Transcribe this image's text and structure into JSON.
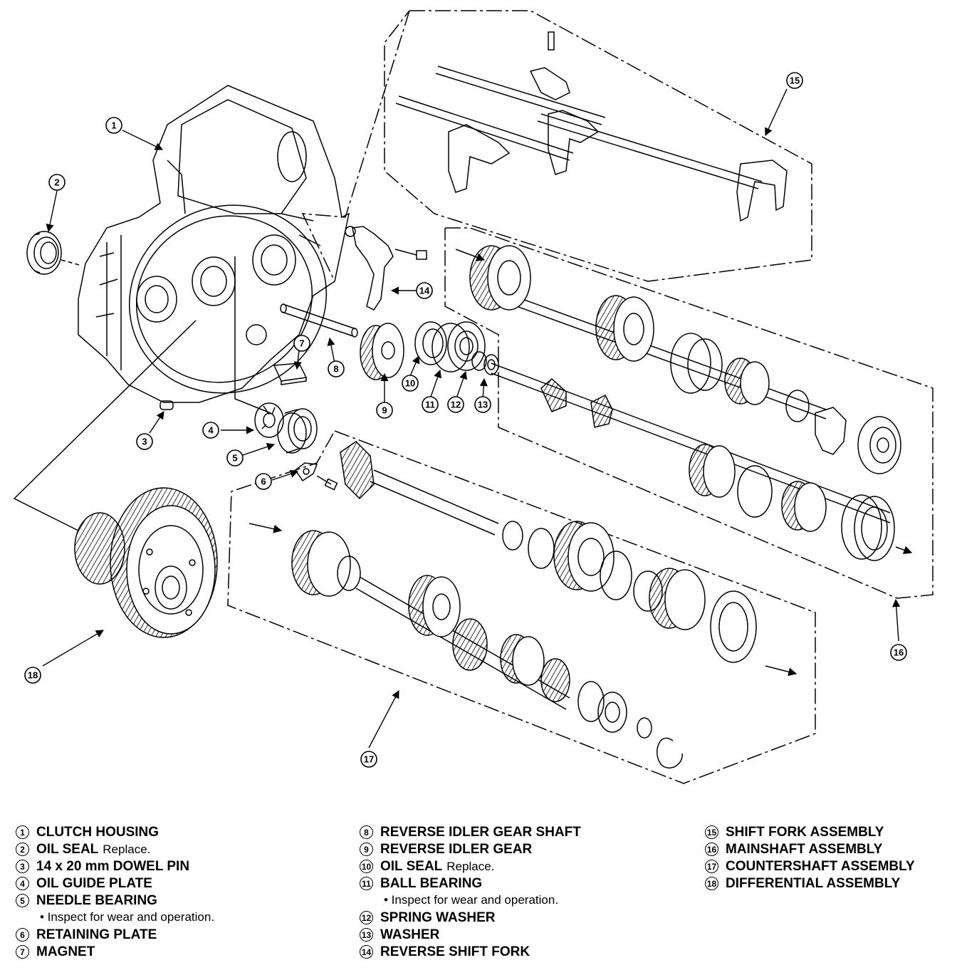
{
  "callouts": [
    {
      "num": "1",
      "label": "CLUTCH HOUSING"
    },
    {
      "num": "2",
      "label": "OIL SEAL",
      "note": "Replace."
    },
    {
      "num": "3",
      "label": "14 x 20 mm DOWEL PIN"
    },
    {
      "num": "4",
      "label": "OIL GUIDE PLATE"
    },
    {
      "num": "5",
      "label": "NEEDLE BEARING",
      "sub": "• Inspect for wear and operation."
    },
    {
      "num": "6",
      "label": "RETAINING PLATE"
    },
    {
      "num": "7",
      "label": "MAGNET"
    },
    {
      "num": "8",
      "label": "REVERSE IDLER GEAR SHAFT"
    },
    {
      "num": "9",
      "label": "REVERSE IDLER GEAR"
    },
    {
      "num": "10",
      "label": "OIL SEAL",
      "note": "Replace."
    },
    {
      "num": "11",
      "label": "BALL BEARING",
      "sub": "• Inspect for wear and operation."
    },
    {
      "num": "12",
      "label": "SPRING WASHER"
    },
    {
      "num": "13",
      "label": "WASHER"
    },
    {
      "num": "14",
      "label": "REVERSE SHIFT FORK"
    },
    {
      "num": "15",
      "label": "SHIFT FORK ASSEMBLY"
    },
    {
      "num": "16",
      "label": "MAINSHAFT ASSEMBLY"
    },
    {
      "num": "17",
      "label": "COUNTERSHAFT ASSEMBLY"
    },
    {
      "num": "18",
      "label": "DIFFERENTIAL ASSEMBLY"
    }
  ],
  "legend_columns": [
    [
      0,
      1,
      2,
      3,
      4,
      5,
      6
    ],
    [
      7,
      8,
      9,
      10,
      11,
      12,
      13
    ],
    [
      14,
      15,
      16,
      17
    ]
  ]
}
